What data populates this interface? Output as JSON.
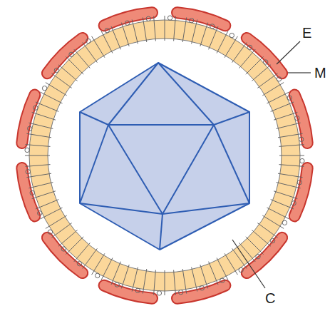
{
  "diagram": {
    "labels": [
      "E",
      "M",
      "C"
    ]
  }
}
